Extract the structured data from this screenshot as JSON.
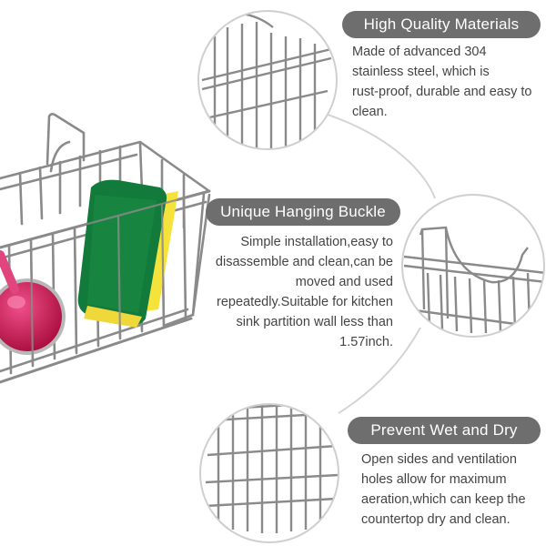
{
  "colors": {
    "pill_background": "#6e6e6e",
    "pill_text": "#ffffff",
    "body_text": "#444444",
    "sponge_green": "#127a3a",
    "sponge_yellow": "#f5e23a",
    "brush_pink": "#c8104a",
    "steel": "#8a8a8a"
  },
  "features": [
    {
      "title": "High Quality Materials",
      "lines": [
        "Made of advanced 304",
        "stainless steel, which is",
        "rust-proof, durable and easy to",
        "clean."
      ]
    },
    {
      "title": "Unique Hanging Buckle",
      "lines": [
        "Simple installation,easy to",
        "disassemble and clean,can be",
        "moved and used",
        "repeatedly.Suitable for kitchen",
        "sink partition wall less than",
        "1.57inch."
      ]
    },
    {
      "title": "Prevent Wet and Dry",
      "lines": [
        "Open sides and ventilation",
        "holes allow for maximum",
        "aeration,which can keep the",
        "countertop dry and clean."
      ]
    }
  ]
}
